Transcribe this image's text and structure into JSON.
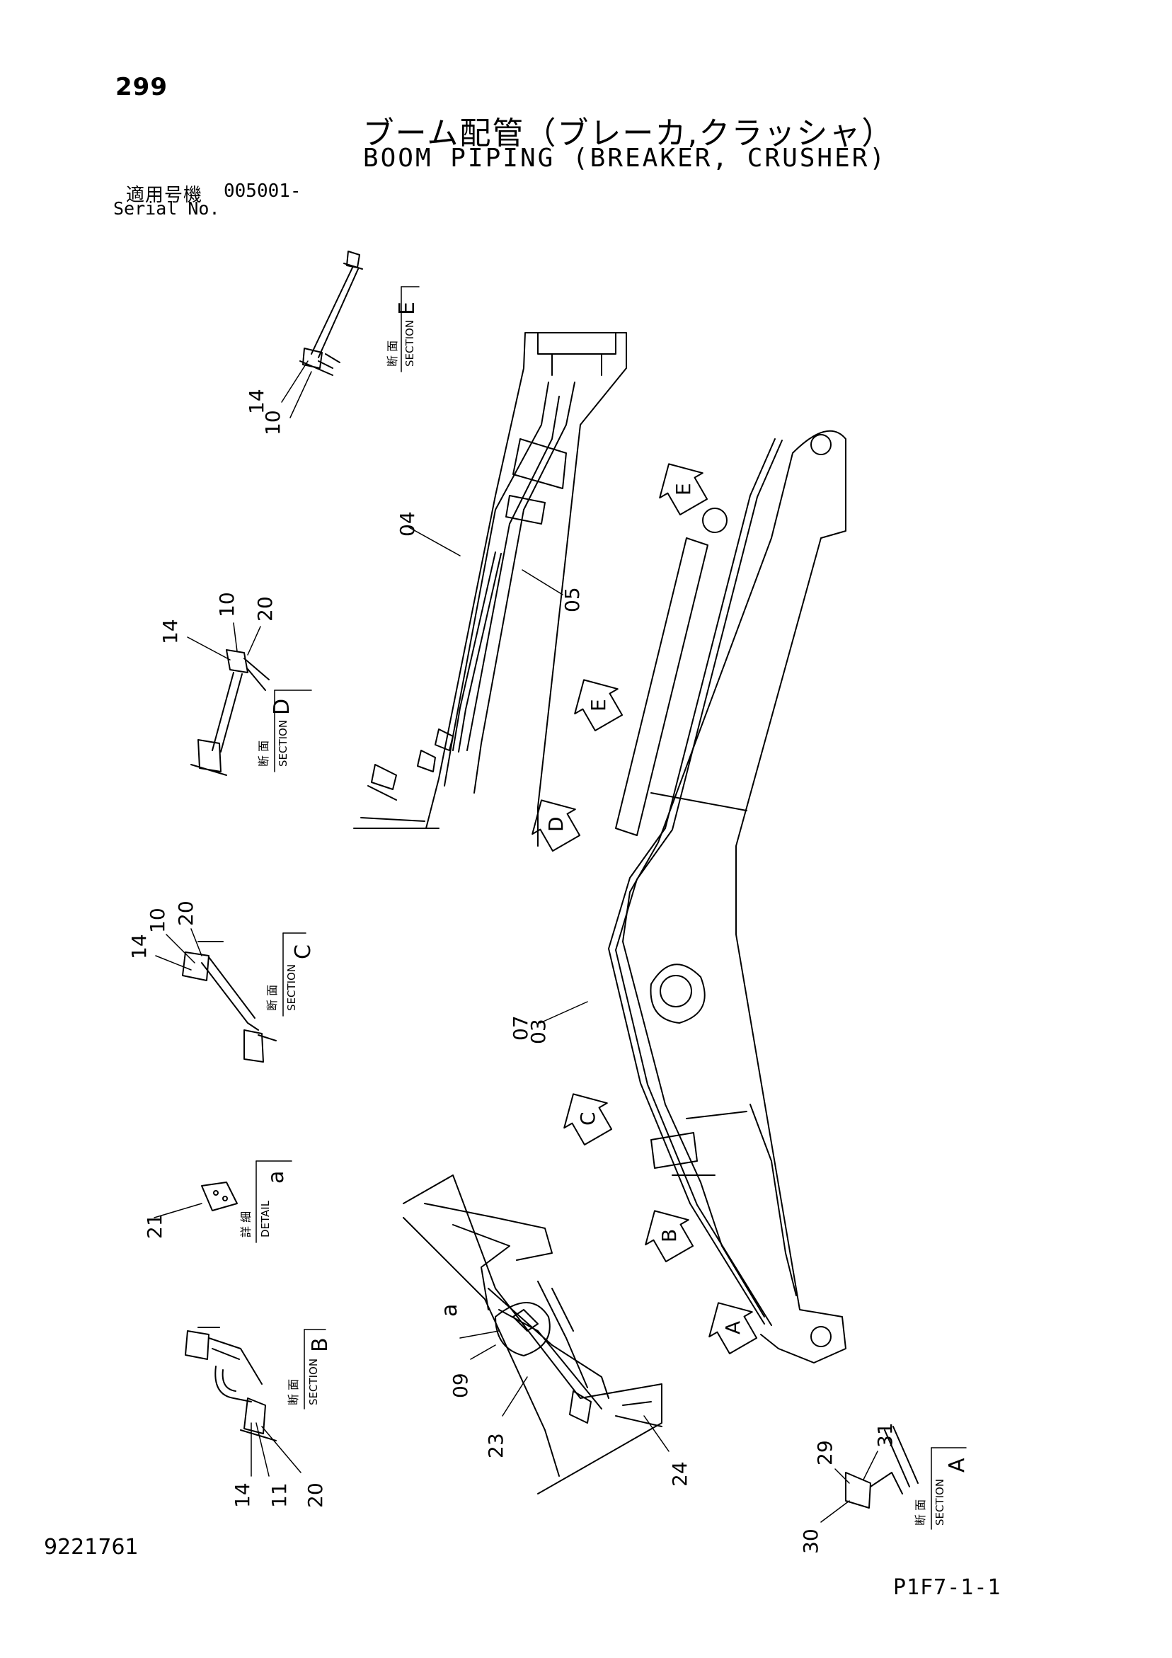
{
  "header": {
    "page_number": "299",
    "title_jp": "ブーム配管（ブレーカ,クラッシャ）",
    "title_en": "BOOM PIPING (BREAKER, CRUSHER)",
    "serial_label_jp": "適用号機",
    "serial_range": "005001-",
    "serial_label_en": "Serial No."
  },
  "footer": {
    "document_number": "9221761",
    "page_reference": "P1F7-1-1"
  },
  "sections": {
    "section_jp": "断 面",
    "section_en": "SECTION",
    "detail_jp": "詳 細",
    "detail_en": "DETAIL",
    "E": "E",
    "D": "D",
    "C": "C",
    "B": "B",
    "A": "A",
    "a": "a"
  },
  "view_arrows": {
    "E1": "E",
    "E2": "E",
    "D": "D",
    "C": "C",
    "B": "B",
    "A": "A"
  },
  "callouts": {
    "e_14": "14",
    "e_10": "10",
    "d_14": "14",
    "d_10": "10",
    "d_20": "20",
    "c_14": "14",
    "c_10": "10",
    "c_20": "20",
    "a_21": "21",
    "b_14": "14",
    "b_11": "11",
    "b_20": "20",
    "p_04": "04",
    "p_05": "05",
    "p_07": "07",
    "p_03": "03",
    "p_a": "a",
    "p_09": "09",
    "p_23": "23",
    "p_24": "24",
    "sa_29": "29",
    "sa_31": "31",
    "sa_30": "30"
  }
}
